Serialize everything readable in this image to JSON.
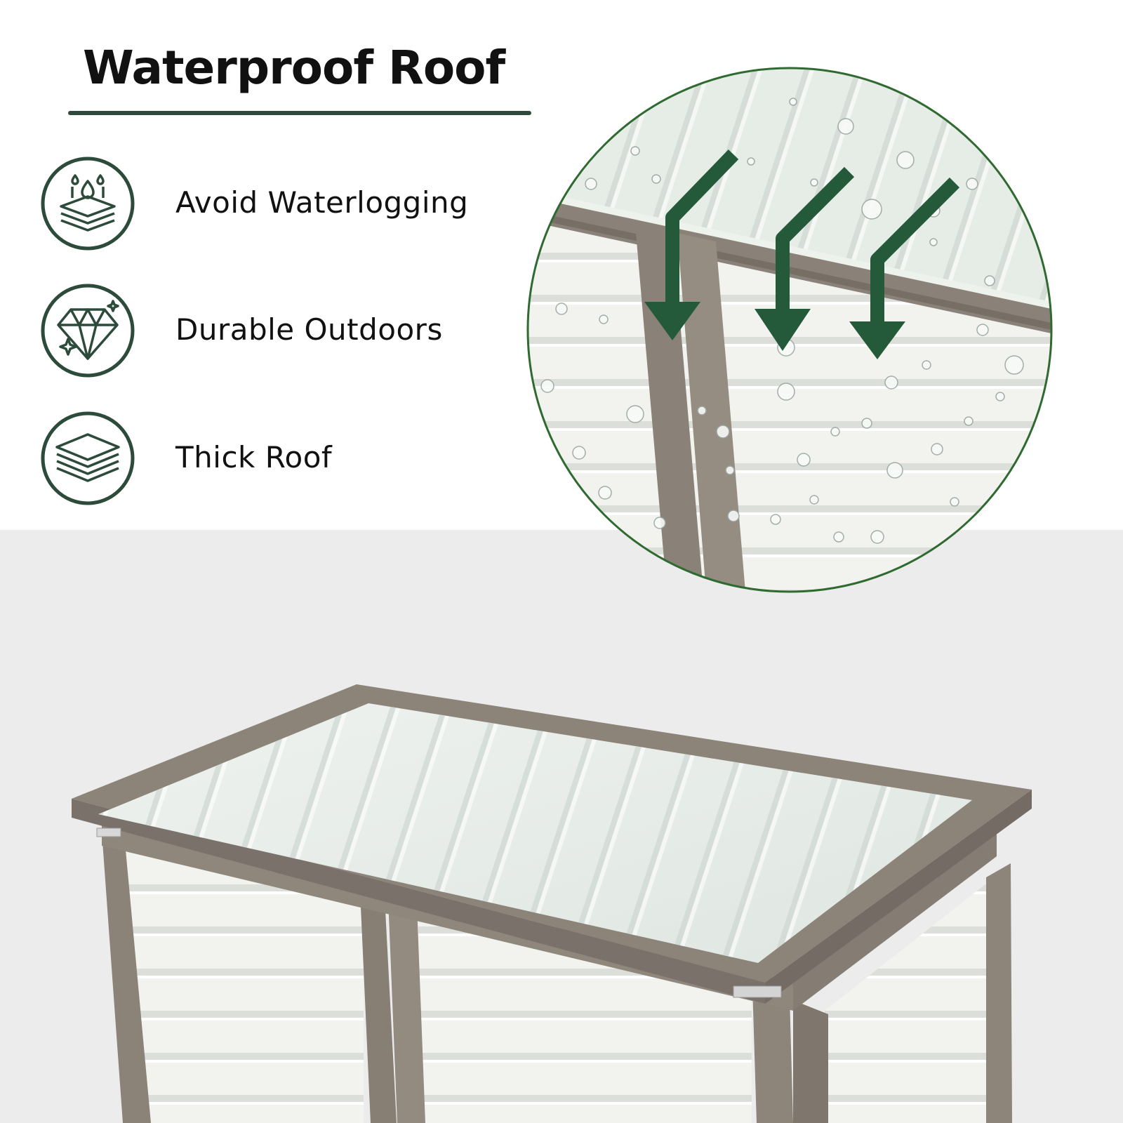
{
  "heading": {
    "title": "Waterproof Roof"
  },
  "features": [
    {
      "label": "Avoid Waterlogging",
      "icon": "water-drops-layers-icon"
    },
    {
      "label": "Durable Outdoors",
      "icon": "diamond-sparkle-icon"
    },
    {
      "label": "Thick Roof",
      "icon": "stacked-layers-icon"
    }
  ],
  "colors": {
    "accent_green": "#2c4b3a",
    "arrow_green": "#245a3a",
    "wood_gray": "#8a8178",
    "panel_white": "#f1f3ee",
    "background_lower": "#ececec"
  }
}
